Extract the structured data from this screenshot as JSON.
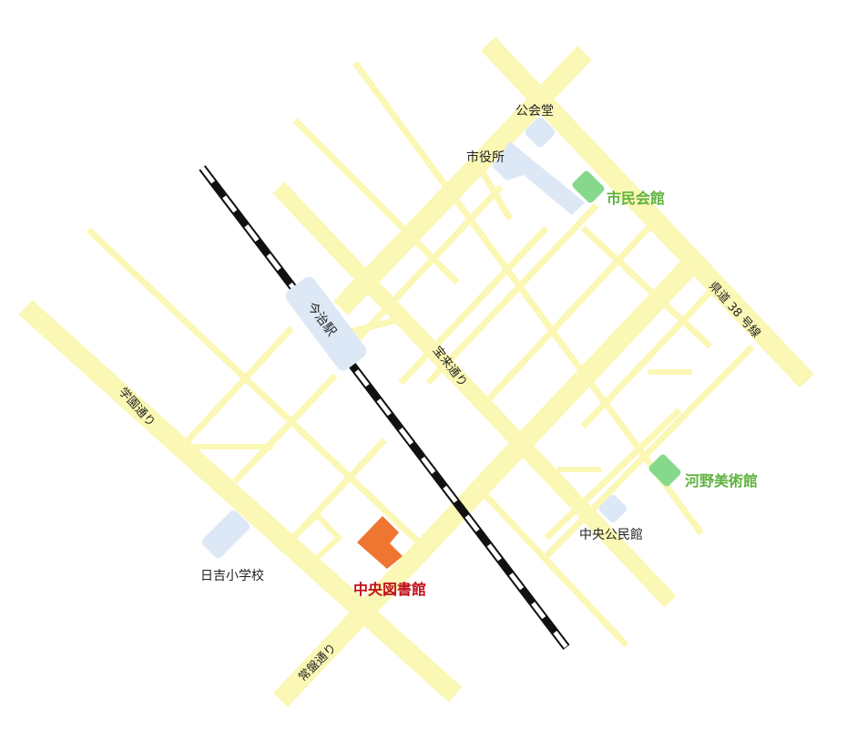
{
  "map": {
    "road_labels": {
      "gakuen": "学園通り",
      "houraidori": "宝来通り",
      "tokiwa": "常盤通り",
      "kendo": "県道 38 号線"
    },
    "station": {
      "name": "今治駅"
    },
    "places": {
      "kokaido": "公会堂",
      "shiyakusho": "市役所",
      "shimin_kaikan": "市民会館",
      "kono_museum": "河野美術館",
      "chuo_kominkan": "中央公民館",
      "hiyoshi_school": "日吉小学校",
      "central_library": "中央図書館"
    },
    "colors": {
      "road": "#fbf7b4",
      "building": "#dce8f5",
      "landmark": "#86d98c",
      "landmark_text": "#5fb33f",
      "destination": "#ee7631",
      "destination_text": "#c0101a",
      "rail": "#111111"
    }
  }
}
